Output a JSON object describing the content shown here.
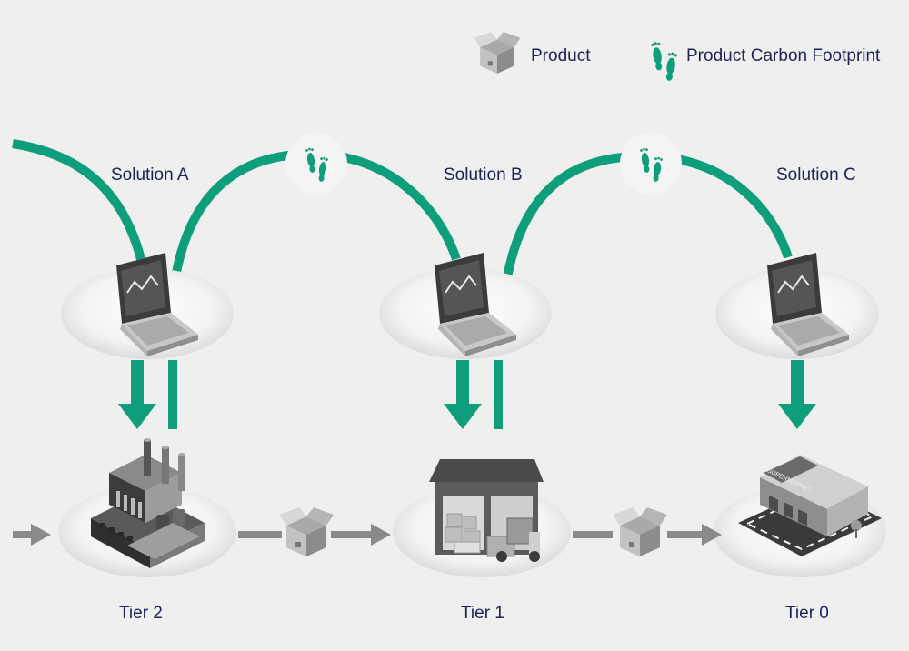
{
  "legend": {
    "product_label": "Product",
    "footprint_label": "Product Carbon Footprint"
  },
  "solutions": [
    {
      "label": "Solution A"
    },
    {
      "label": "Solution B"
    },
    {
      "label": "Solution C"
    }
  ],
  "tiers": [
    {
      "label": "Tier 2",
      "facility": "factory"
    },
    {
      "label": "Tier 1",
      "facility": "warehouse"
    },
    {
      "label": "Tier 0",
      "facility": "supermarket",
      "sign": "SUPERMARKET"
    }
  ],
  "colors": {
    "accent_green": "#0f9e7c",
    "arrow_gray": "#8a8a8a",
    "background": "#eeefee"
  },
  "icons": [
    "box-icon",
    "footprint-icon",
    "laptop-icon",
    "factory-icon",
    "warehouse-icon",
    "supermarket-icon"
  ]
}
